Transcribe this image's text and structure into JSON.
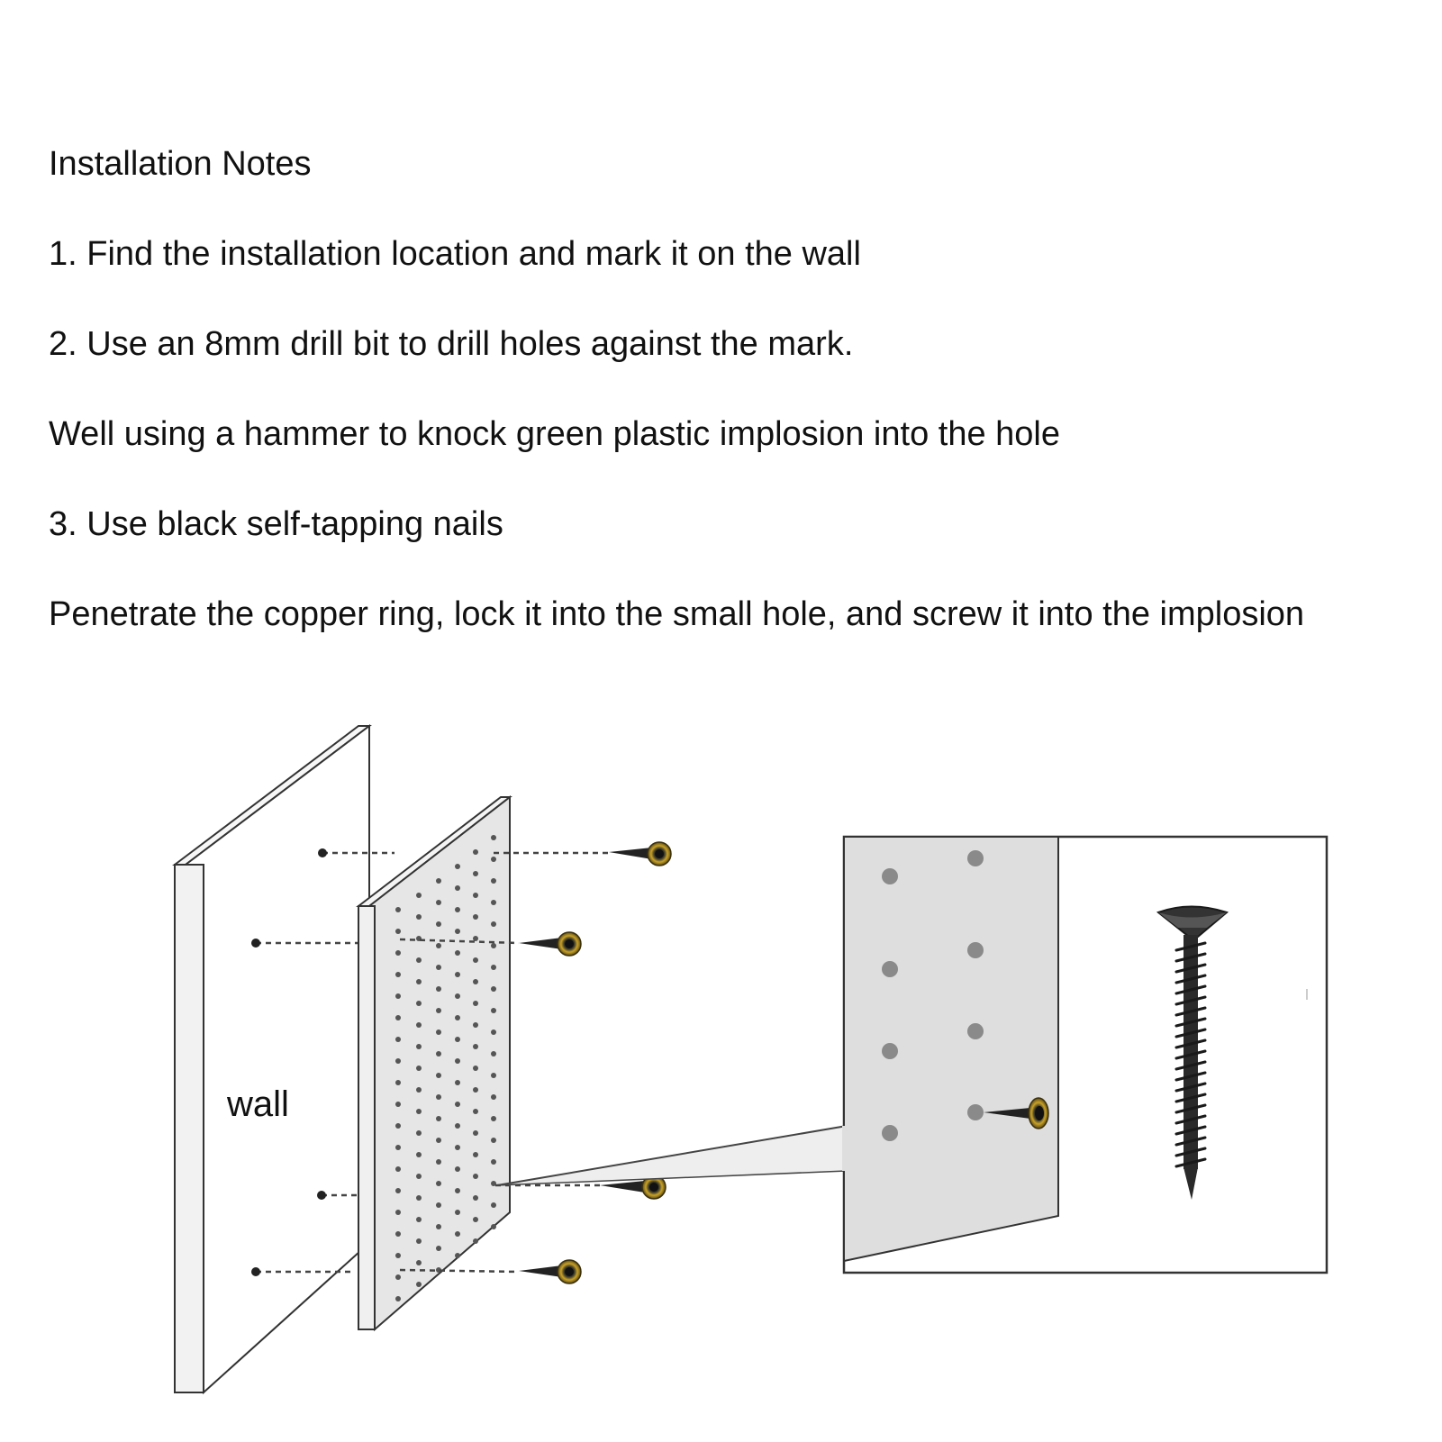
{
  "notes": {
    "title": "Installation Notes",
    "step1": "1. Find the installation location and mark it on the wall",
    "step2": "2. Use an 8mm drill bit to drill holes against the mark.",
    "step2_detail": "Well using a hammer to knock green plastic implosion into the hole",
    "step3": "3. Use black self-tapping nails",
    "step3_detail": "Penetrate the copper ring, lock it into the small hole, and screw it into the implosion"
  },
  "diagram": {
    "wall_label": "wall"
  },
  "colors": {
    "board_face": "#e6e6e6",
    "board_edge": "#f4f4f4",
    "outline": "#333333",
    "hole": "#8a8a8a",
    "screw": "#222222",
    "copper_ring": "#c9a227"
  }
}
